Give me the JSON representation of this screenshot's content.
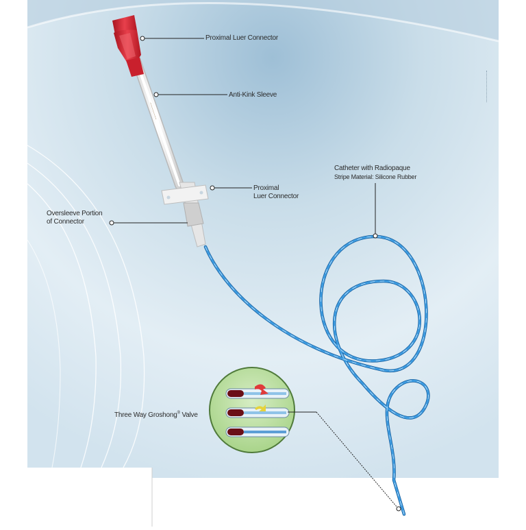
{
  "labels": {
    "proximal_luer_connector_top": "Proximal Luer Connector",
    "anti_kink_sleeve": "Anti-Kink Sleeve",
    "catheter_line1": "Catheter with Radiopaque",
    "catheter_line2": "Stripe Material: Silicone Rubber",
    "proximal_luer_connector_mid_line1": "Proximal",
    "proximal_luer_connector_mid_line2": "Luer Connector",
    "oversleeve_line1": "Oversleeve Portion",
    "oversleeve_line2": "of Connector",
    "valve_text": "Three Way Groshong",
    "valve_mark": "®",
    "valve_suffix": " Valve"
  },
  "colors": {
    "background_light": "#e6f0f6",
    "background_dark": "#a9c6da",
    "catheter_blue": "#2f8fd6",
    "connector_red": "#d92b3a",
    "valve_circle": "#bfe0a8",
    "leader_line": "#222222"
  }
}
